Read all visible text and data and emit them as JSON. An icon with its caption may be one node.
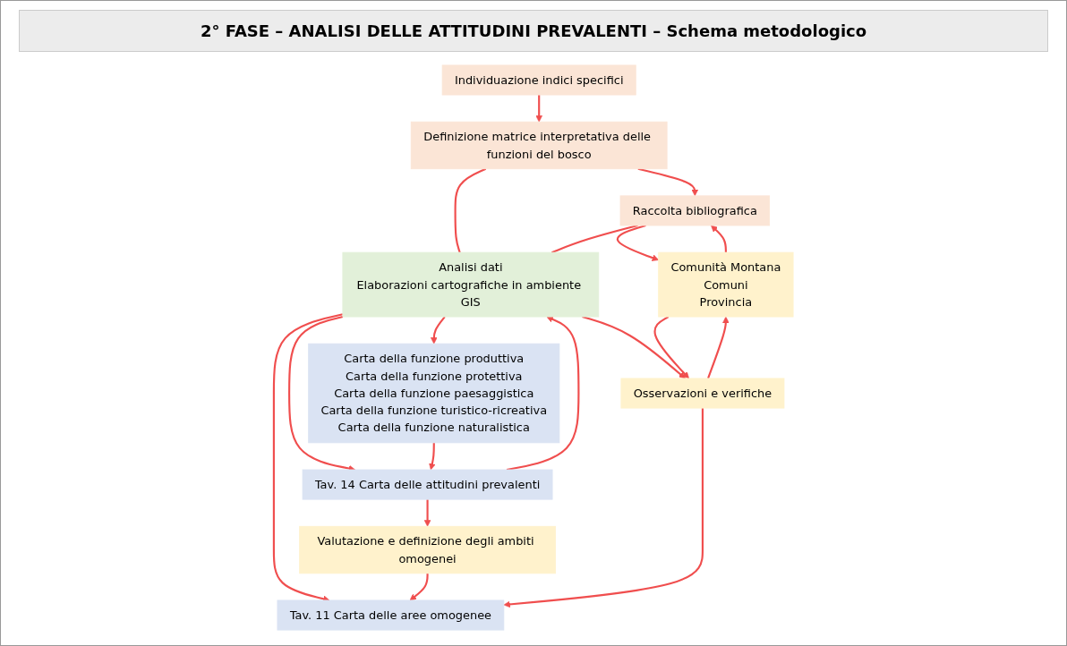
{
  "diagram": {
    "title": "2° FASE – ANALISI DELLE ATTITUDINI PREVALENTI – Schema metodologico",
    "nodes": [
      {
        "text": [
          "Individuazione indici specifici"
        ]
      },
      {
        "text": [
          "Definizione matrice interpretativa delle funzioni del bosco"
        ]
      },
      {
        "text": [
          "Raccolta bibliografica"
        ]
      },
      {
        "text": [
          "Comunità Montana",
          "Comuni",
          "Provincia"
        ]
      },
      {
        "text": [
          "Analisi dati",
          "Elaborazioni cartografiche in ambiente GIS"
        ]
      },
      {
        "text": [
          "Osservazioni e verifiche"
        ]
      },
      {
        "text": [
          "Carta della funzione produttiva",
          "Carta della funzione protettiva",
          "Carta della funzione paesaggistica",
          "Carta della funzione turistico-ricreativa",
          "Carta della funzione naturalistica"
        ]
      },
      {
        "text": [
          "Tav. 14 Carta delle attitudini prevalenti"
        ]
      },
      {
        "text": [
          "Valutazione e definizione degli ambiti omogenei"
        ]
      },
      {
        "text": [
          "Tav. 11 Carta delle aree omogenee"
        ]
      }
    ],
    "edges": [
      {
        "from": 0,
        "to": 1,
        "arrow": "to"
      },
      {
        "from": 1,
        "to": 2,
        "arrow": "to"
      },
      {
        "from": 2,
        "to": 3,
        "arrow": "to"
      },
      {
        "from": 3,
        "to": 2,
        "arrow": "to"
      },
      {
        "from": 1,
        "to": 4,
        "arrow": "none"
      },
      {
        "from": 2,
        "to": 4,
        "arrow": "none"
      },
      {
        "from": 4,
        "to": 6,
        "arrow": "to"
      },
      {
        "from": 4,
        "to": 7,
        "arrow": "to"
      },
      {
        "from": 7,
        "to": 4,
        "arrow": "to"
      },
      {
        "from": 4,
        "to": 5,
        "arrow": "to"
      },
      {
        "from": 4,
        "to": 9,
        "arrow": "to"
      },
      {
        "from": 6,
        "to": 7,
        "arrow": "to"
      },
      {
        "from": 7,
        "to": 8,
        "arrow": "to"
      },
      {
        "from": 8,
        "to": 9,
        "arrow": "to"
      },
      {
        "from": 5,
        "to": 3,
        "arrow": "to"
      },
      {
        "from": 3,
        "to": 5,
        "arrow": "to"
      },
      {
        "from": 5,
        "to": 9,
        "arrow": "to"
      }
    ]
  }
}
